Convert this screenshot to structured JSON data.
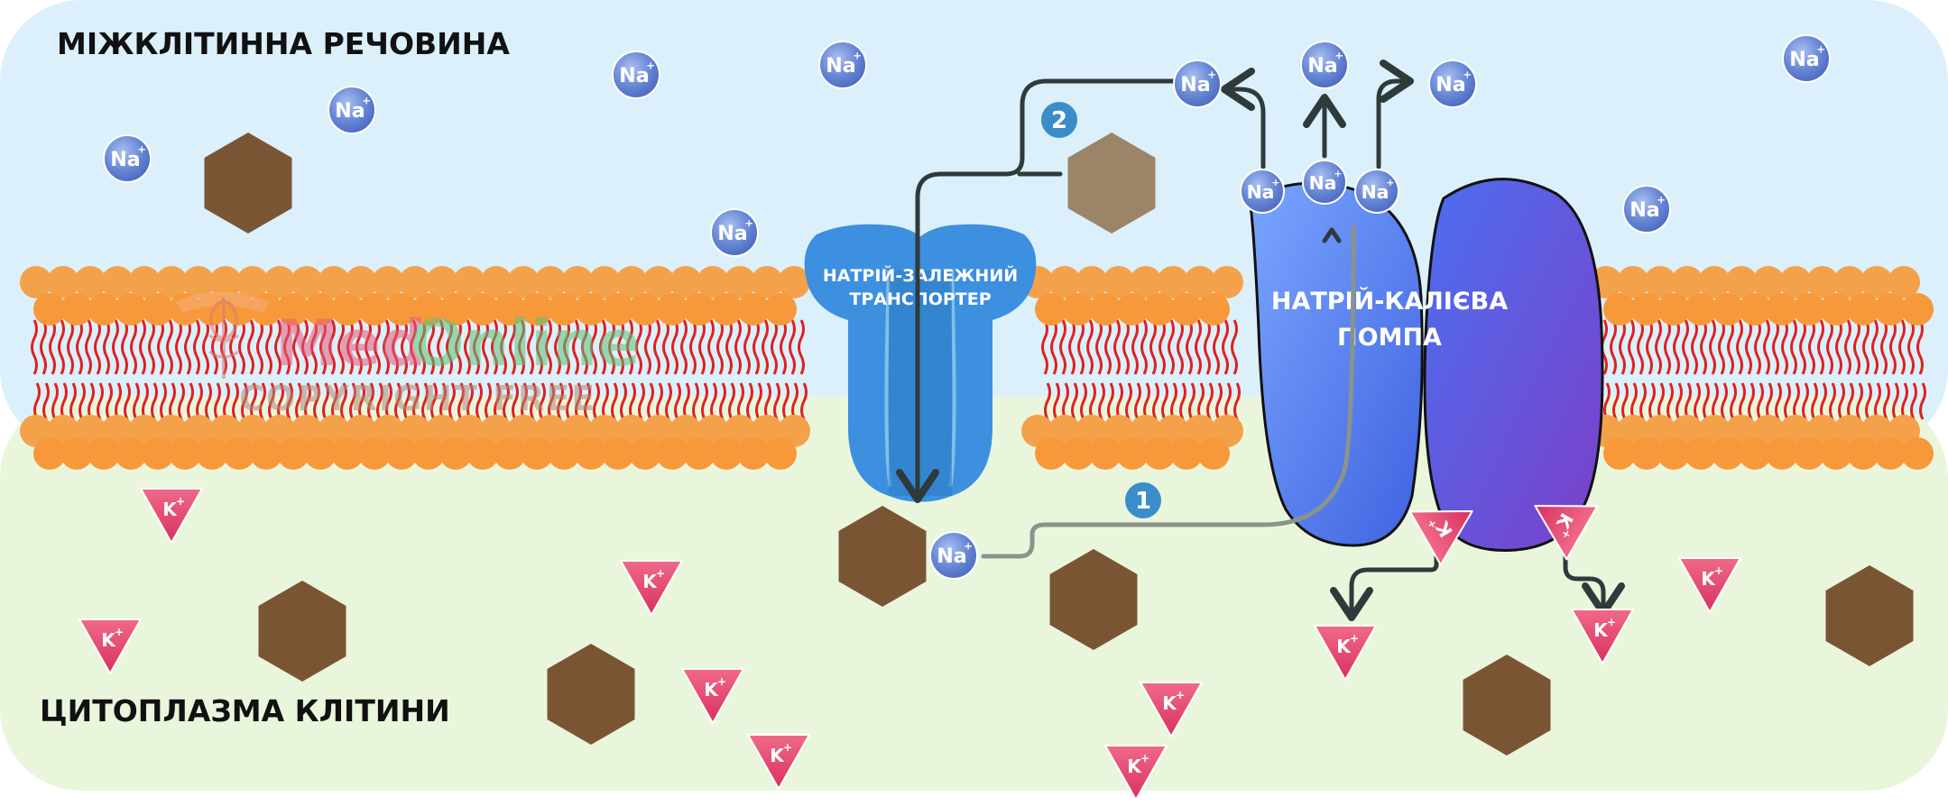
{
  "regions": {
    "extracellular": "МІЖКЛІТИННА РЕЧОВИНА",
    "cytoplasm": "ЦИТОПЛАЗМА КЛІТИНИ"
  },
  "proteins": {
    "transporter_line1": "НАТРІЙ-ЗАЛЕЖНИЙ",
    "transporter_line2": "ТРАНСПОРТЕР",
    "pump_line1": "НАТРІЙ-КАЛІЄВА",
    "pump_line2": "ПОМПА"
  },
  "ions": {
    "sodium": "Na",
    "potassium": "K",
    "charge": "+"
  },
  "steps": {
    "one": "1",
    "two": "2"
  },
  "watermark": {
    "brand_part1": "Med",
    "brand_part2": "Online",
    "copyright": "COPYRIGHT FREE"
  },
  "colors": {
    "extracellular_bg": "#dbf0fb",
    "cytoplasm_bg": "#eaf6dc",
    "lipid_head": "#f7993a",
    "lipid_tail": "#e02020",
    "transporter": "#3d8fe0",
    "pump_left": "#4d7cf0",
    "pump_right": "#6f45d8",
    "sodium_ion": "#5b7fd0",
    "potassium_ion": "#e34a6e",
    "glucose": "#7a5534",
    "glucose_light": "#9b8468",
    "step_badge": "#3a8dc8",
    "arrow": "#2f3a3a"
  }
}
